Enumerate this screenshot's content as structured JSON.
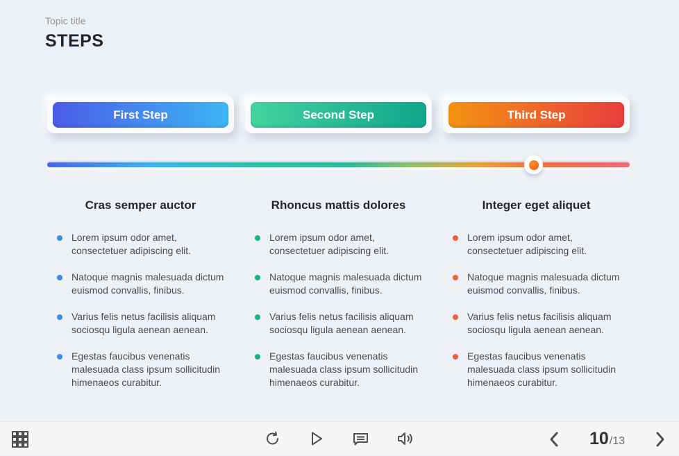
{
  "page": {
    "topic_label": "Topic title",
    "title": "STEPS",
    "background_color": "#edf1f6"
  },
  "steps": [
    {
      "label": "First Step",
      "gradient_start": "#4a5ce8",
      "gradient_end": "#3db6f5"
    },
    {
      "label": "Second Step",
      "gradient_start": "#43d39e",
      "gradient_end": "#10a68c"
    },
    {
      "label": "Third Step",
      "gradient_start": "#f59311",
      "gradient_end": "#e83e3e"
    }
  ],
  "slider": {
    "gradient": [
      "#4a66e6",
      "#3fb3e8",
      "#2fc19e",
      "#e9a13b",
      "#ed6a78"
    ],
    "knob_color": "#ef5d14",
    "knob_position_pct": 83
  },
  "columns": [
    {
      "heading": "Cras semper auctor",
      "bullet_color": "#3a8ee4",
      "bullets": [
        "Lorem ipsum odor amet, consectetuer adipiscing elit.",
        "Natoque magnis malesuada dictum euismod convallis, finibus.",
        "Varius felis netus facilisis aliquam sociosqu ligula aenean aenean.",
        "Egestas faucibus venenatis malesuada class ipsum sollicitudin himenaeos curabitur."
      ]
    },
    {
      "heading": "Rhoncus mattis dolores",
      "bullet_color": "#17b286",
      "bullets": [
        "Lorem ipsum odor amet, consectetuer adipiscing elit.",
        "Natoque magnis malesuada dictum euismod convallis, finibus.",
        "Varius felis netus facilisis aliquam sociosqu ligula aenean aenean.",
        "Egestas faucibus venenatis malesuada class ipsum sollicitudin himenaeos curabitur."
      ]
    },
    {
      "heading": "Integer eget aliquet",
      "bullet_color": "#e9633b",
      "bullets": [
        "Lorem ipsum odor amet, consectetuer adipiscing elit.",
        "Natoque magnis malesuada dictum euismod convallis, finibus.",
        "Varius felis netus facilisis aliquam sociosqu ligula aenean aenean.",
        "Egestas faucibus venenatis malesuada class ipsum sollicitudin himenaeos curabitur."
      ]
    }
  ],
  "player": {
    "icons": [
      "menu-grid",
      "replay",
      "play",
      "captions",
      "volume",
      "previous",
      "next"
    ],
    "icon_color": "#4f4f4f",
    "page_current": "10",
    "page_total": "/13"
  }
}
